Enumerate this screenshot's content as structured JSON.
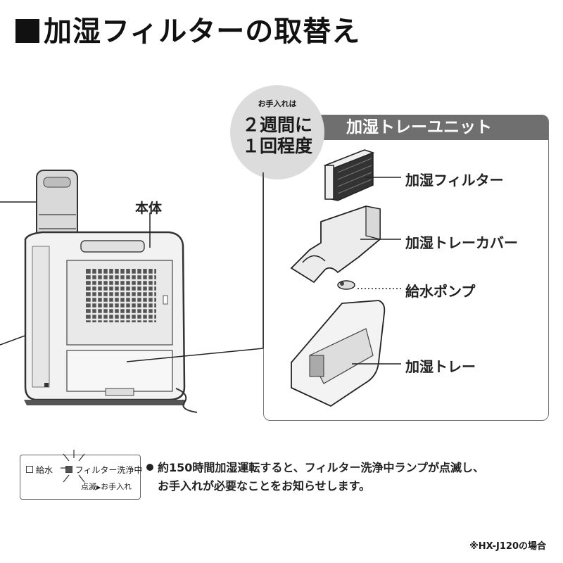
{
  "title": "加湿フィルターの取替え",
  "bubble": {
    "small": "お手入れは",
    "line1": "２週間に",
    "line2": "１回程度"
  },
  "panel": {
    "header": "加湿トレーユニット",
    "parts": [
      "加湿フィルター",
      "加湿トレーカバー",
      "給水ポンプ",
      "加湿トレー"
    ]
  },
  "body_label": "本体",
  "lamp": {
    "water": "給水",
    "filter": "フィルター洗浄中",
    "blink": "点滅",
    "care": "お手入れ"
  },
  "note": {
    "line1": "約150時間加湿運転すると、フィルター洗浄中ランプが点滅し、",
    "line2": "お手入れが必要なことをお知らせします。"
  },
  "footnote": "※HX-J120の場合"
}
